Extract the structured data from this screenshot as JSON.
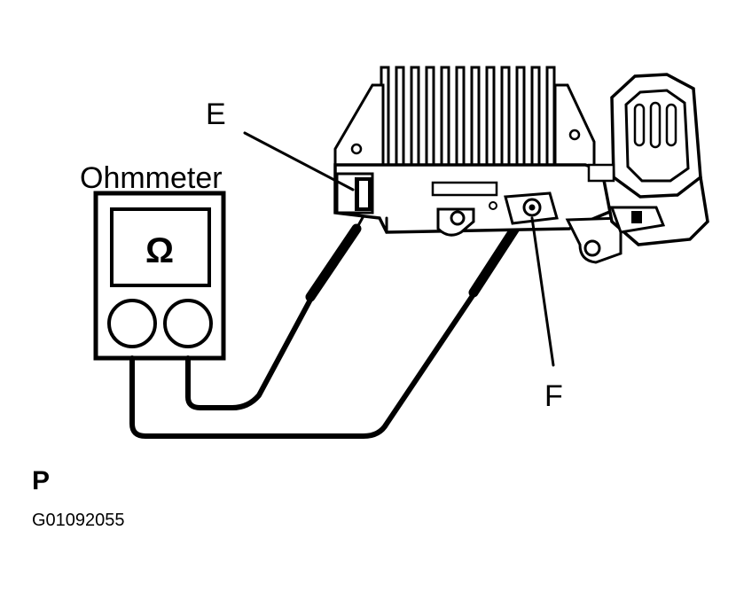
{
  "labels": {
    "ohmmeter": "Ohmmeter",
    "omega": "Ω",
    "terminal_e": "E",
    "terminal_f": "F",
    "panel": "P",
    "figure_code": "G01092055"
  },
  "colors": {
    "ink": "#000000",
    "paper": "#ffffff"
  },
  "icons": [
    "ohmmeter",
    "voltage-regulator",
    "electrical-connector",
    "test-probe"
  ]
}
